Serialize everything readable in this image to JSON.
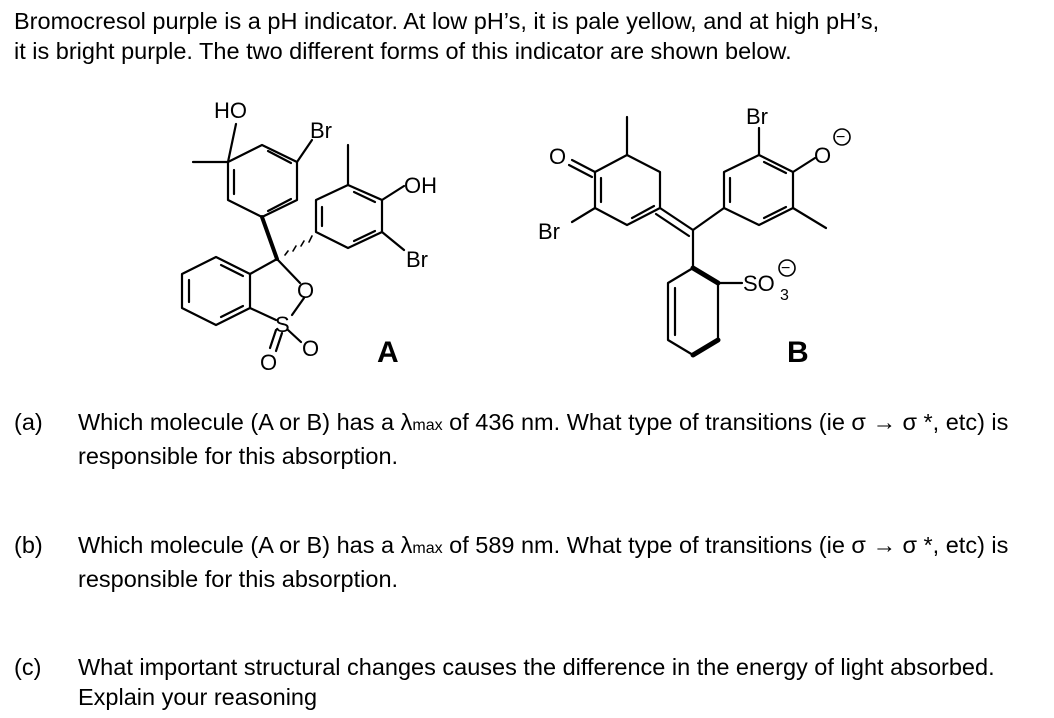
{
  "intro": {
    "line1": "Bromocresol purple is a pH indicator.  At low pH’s, it is pale yellow, and at high pH’s,",
    "line2": "it is bright purple.  The two different forms of this indicator are shown below."
  },
  "structure_a": {
    "label": "A",
    "atoms": {
      "ho": "HO",
      "br1": "Br",
      "oh": "OH",
      "br2": "Br",
      "o_ring": "O",
      "s": "S",
      "o_s1": "O",
      "o_s2": "O"
    }
  },
  "structure_b": {
    "label": "B",
    "atoms": {
      "o_keto": "O",
      "br_left": "Br",
      "br_top": "Br",
      "o_minus": "O",
      "minus": "−",
      "so3_a": "SO",
      "so3_sub": "3",
      "so3_minus": "−"
    }
  },
  "questions": [
    {
      "tag": "(a)",
      "text1": "Which molecule (A or B) has a ",
      "lambda": "λ",
      "sub": "max",
      "text2": " of 436 nm.  What type of transitions (ie σ → σ *, etc) is responsible for this absorption."
    },
    {
      "tag": "(b)",
      "text1": "Which molecule (A or B) has a ",
      "lambda": "λ",
      "sub": "max",
      "text2": " of 589 nm.  What type of transitions (ie σ → σ *, etc) is responsible for this absorption."
    },
    {
      "tag": "(c)",
      "text1": "What important structural changes causes the difference in the energy of light absorbed.  Explain your reasoning"
    }
  ]
}
